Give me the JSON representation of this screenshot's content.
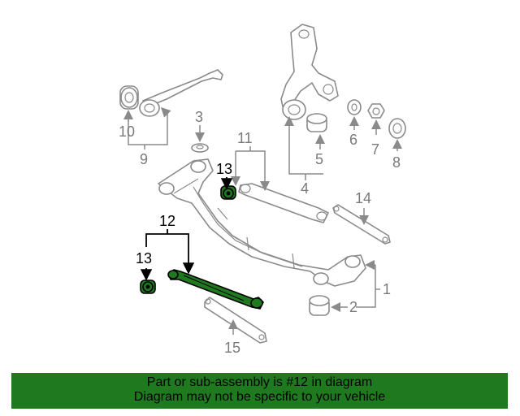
{
  "diagram": {
    "callouts": {
      "c1": "1",
      "c2": "2",
      "c3": "3",
      "c4": "4",
      "c5": "5",
      "c6": "6",
      "c7": "7",
      "c8": "8",
      "c9": "9",
      "c10": "10",
      "c11": "11",
      "c12": "12",
      "c13a": "13",
      "c13b": "13",
      "c14": "14",
      "c15": "15"
    },
    "highlight_color": "#1f7a1f",
    "highlighted_part": "12"
  },
  "footer": {
    "line1": "Part or sub-assembly is #12 in diagram",
    "line2": "Diagram may not be specific to your vehicle",
    "background": "#1f7a1f"
  }
}
